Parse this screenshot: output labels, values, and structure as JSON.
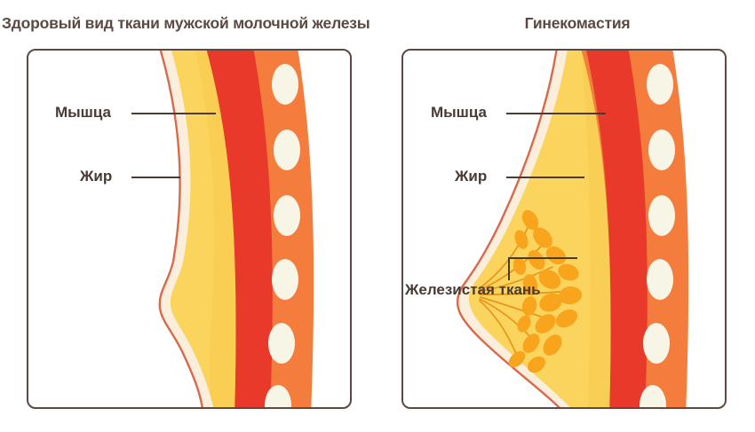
{
  "diagram": {
    "panels": [
      {
        "id": "healthy",
        "title": "Здоровый вид ткани мужской молочной железы",
        "labels": [
          {
            "id": "muscle",
            "text": "Мышца"
          },
          {
            "id": "fat",
            "text": "Жир"
          }
        ]
      },
      {
        "id": "gynecomastia",
        "title": "Гинекомастия",
        "labels": [
          {
            "id": "muscle",
            "text": "Мышца"
          },
          {
            "id": "fat",
            "text": "Жир"
          },
          {
            "id": "gland",
            "text": "Железистая ткань"
          }
        ]
      }
    ],
    "colors": {
      "title_text": "#5d4942",
      "label_text": "#4a3a34",
      "panel_border": "#5d4942",
      "skin_outline": "#d9694a",
      "skin_fill": "#fbeedd",
      "fat": "#fbd45e",
      "fat_shade": "#f8c84a",
      "muscle": "#e8392a",
      "ribcage_band": "#f47c3c",
      "rib_oval": "#f7f6e6",
      "gland": "#f8a41c",
      "gland_duct": "#e8951a",
      "background": "#ffffff"
    },
    "anatomy": {
      "layer_order": [
        "skin",
        "fat",
        "muscle",
        "ribcage"
      ],
      "rib_count_left": 6,
      "rib_count_right": 6,
      "healthy_profile": "flat chest wall with slight nipple bump",
      "gynecomastia_profile": "enlarged rounded breast contour with glandular lobules radiating from nipple"
    }
  }
}
